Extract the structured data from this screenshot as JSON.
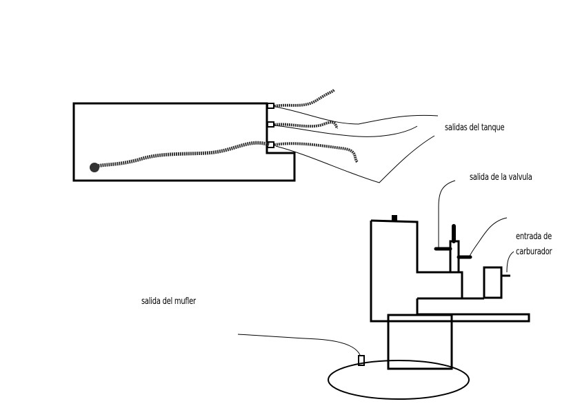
{
  "labels": {
    "tank_outlets": "salidas del tanque",
    "valve_outlet": "salida de la valvula",
    "carb_inlet_line1": "entrada de",
    "carb_inlet_line2": "carburador",
    "muffler_outlet": "salida del mufler"
  },
  "colors": {
    "ink": "#000000",
    "hose": "#333333",
    "background": "#ffffff"
  }
}
